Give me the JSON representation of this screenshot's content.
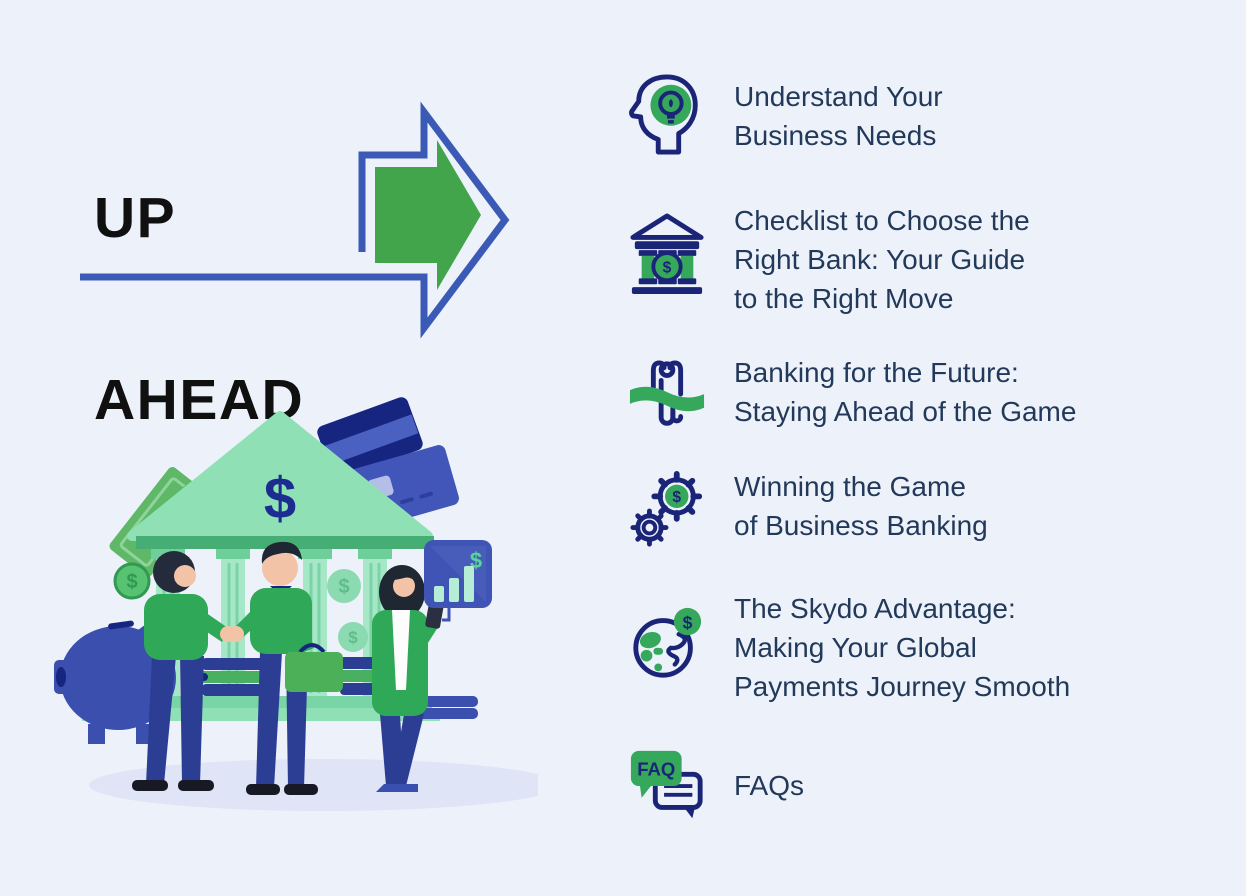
{
  "page": {
    "title_lines": [
      "UP",
      "AHEAD"
    ],
    "background": "#edf1fa"
  },
  "colors": {
    "title_black": "#101010",
    "text_navy": "#22395a",
    "icon_navy": "#1b2577",
    "icon_green": "#35a85b",
    "arrow_green": "#42a44b",
    "arrow_blue": "#3a5ab5",
    "illustration_mint": "#90e0b6",
    "people_green": "#2fa857",
    "royal_blue": "#3a4fae"
  },
  "toc": {
    "items": [
      {
        "id": "understand-business-needs",
        "icon": "head-lightbulb-icon",
        "lines": [
          "Understand Your",
          "Business Needs"
        ]
      },
      {
        "id": "checklist-right-bank",
        "icon": "bank-icon",
        "lines": [
          "Checklist to Choose the",
          "Right Bank: Your Guide",
          "to the Right Move"
        ]
      },
      {
        "id": "banking-for-the-future",
        "icon": "finish-line-icon",
        "lines": [
          "Banking for the Future:",
          "Staying Ahead of the Game"
        ]
      },
      {
        "id": "winning-the-game",
        "icon": "gears-dollar-icon",
        "lines": [
          "Winning the Game",
          "of Business Banking"
        ]
      },
      {
        "id": "skydo-advantage",
        "icon": "globe-dollar-icon",
        "lines": [
          "The Skydo Advantage:",
          "Making Your Global",
          "Payments Journey Smooth"
        ]
      },
      {
        "id": "faqs",
        "icon": "faq-bubbles-icon",
        "lines": [
          "FAQs"
        ]
      }
    ]
  },
  "icons": {
    "faq_label": "FAQ"
  },
  "illustration": {
    "currency_symbol": "$"
  }
}
